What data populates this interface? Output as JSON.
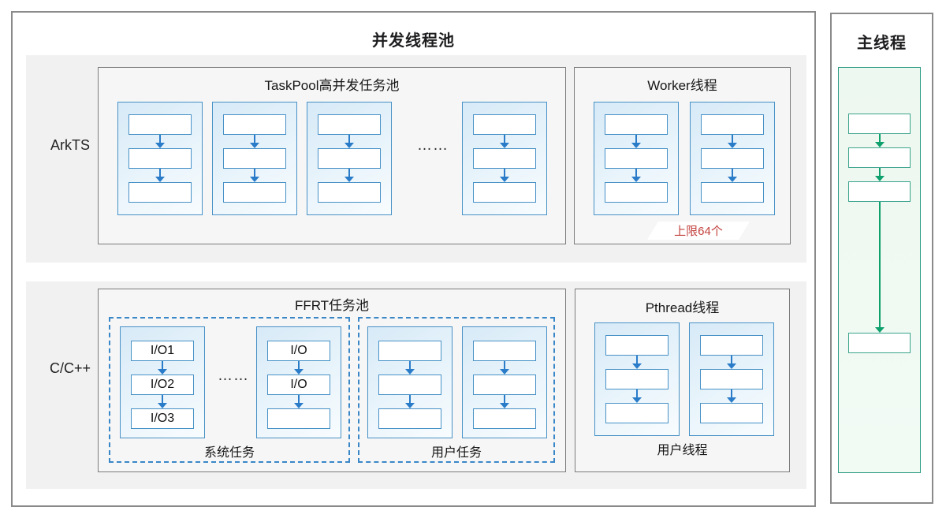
{
  "main_title": "并发线程池",
  "right_panel": {
    "title": "主线程"
  },
  "dots": "……",
  "arkts_row": {
    "label": "ArkTS",
    "taskpool": {
      "title": "TaskPool高并发任务池"
    },
    "worker": {
      "title": "Worker线程",
      "limit_note": "上限64个"
    }
  },
  "cpp_row": {
    "label": "C/C++",
    "ffrt": {
      "title": "FFRT任务池",
      "system_tasks": {
        "label": "系统任务",
        "col1_cells": [
          "I/O1",
          "I/O2",
          "I/O3"
        ],
        "col2_cells": [
          "I/O",
          "I/O",
          ""
        ]
      },
      "user_tasks": {
        "label": "用户任务"
      }
    },
    "pthread": {
      "title": "Pthread线程",
      "caption": "用户线程"
    }
  },
  "colors": {
    "blue_border": "#4791c6",
    "blue_arrow": "#2a7cc9",
    "dashed_border": "#3a87c8",
    "teal_border": "#2f9d86",
    "teal_arrow": "#0ea06d",
    "red_note": "#c2413d",
    "panel_gray": "#f1f1f1",
    "gray_box_border": "#7c7c7c"
  }
}
